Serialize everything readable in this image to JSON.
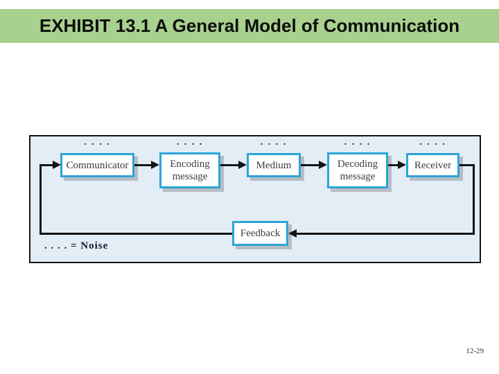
{
  "slide": {
    "title": "EXHIBIT 13.1 A General Model of Communication",
    "page_number": "12-29"
  },
  "colors": {
    "title_bar_green": "#a9d18e",
    "panel_background_blue": "#e3edf6",
    "box_border_cyan": "#2aa5d8",
    "box_shadow_gray": "#b7bdc3",
    "line_black": "#141414"
  },
  "diagram": {
    "noise_dots": ". . . .",
    "noise_legend": ". . . . = Noise",
    "boxes": [
      {
        "label": "Communicator"
      },
      {
        "label": "Encoding message"
      },
      {
        "label": "Medium"
      },
      {
        "label": "Decoding message"
      },
      {
        "label": "Receiver"
      },
      {
        "label": "Feedback"
      }
    ]
  }
}
